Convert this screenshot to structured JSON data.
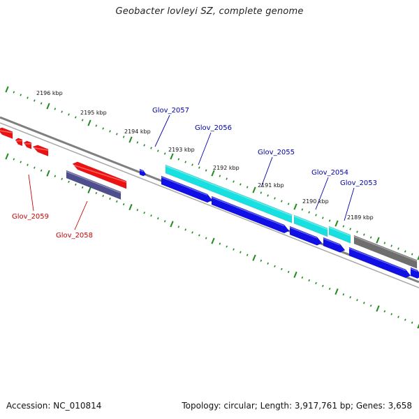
{
  "header": {
    "title": "Geobacter lovleyi SZ, complete genome"
  },
  "footer": {
    "accession": "Accession: NC_010814",
    "stats": "Topology: circular; Length: 3,917,761 bp; Genes: 3,658"
  },
  "colors": {
    "backbone": "#7f7f7f",
    "tick": "#1f8a1f",
    "forward_cds": "#1010e6",
    "reverse_cds": "#ee1111",
    "highlight_cds": "#19e0e0",
    "other_feature": "#6e6e6e",
    "reverse_rna": "#4e4e8e",
    "label_forward": "#0000aa",
    "label_reverse": "#cc0000"
  },
  "scale_labels": [
    "2196 kbp",
    "2195 kbp",
    "2194 kbp",
    "2193 kbp",
    "2192 kbp",
    "2191 kbp",
    "2190 kbp",
    "2189 kbp"
  ],
  "gene_labels": [
    {
      "name": "Glov_2057",
      "strand": "forward"
    },
    {
      "name": "Glov_2056",
      "strand": "forward"
    },
    {
      "name": "Glov_2055",
      "strand": "forward"
    },
    {
      "name": "Glov_2054",
      "strand": "forward"
    },
    {
      "name": "Glov_2053",
      "strand": "forward"
    },
    {
      "name": "Glov_2059",
      "strand": "reverse"
    },
    {
      "name": "Glov_2058",
      "strand": "reverse"
    }
  ]
}
